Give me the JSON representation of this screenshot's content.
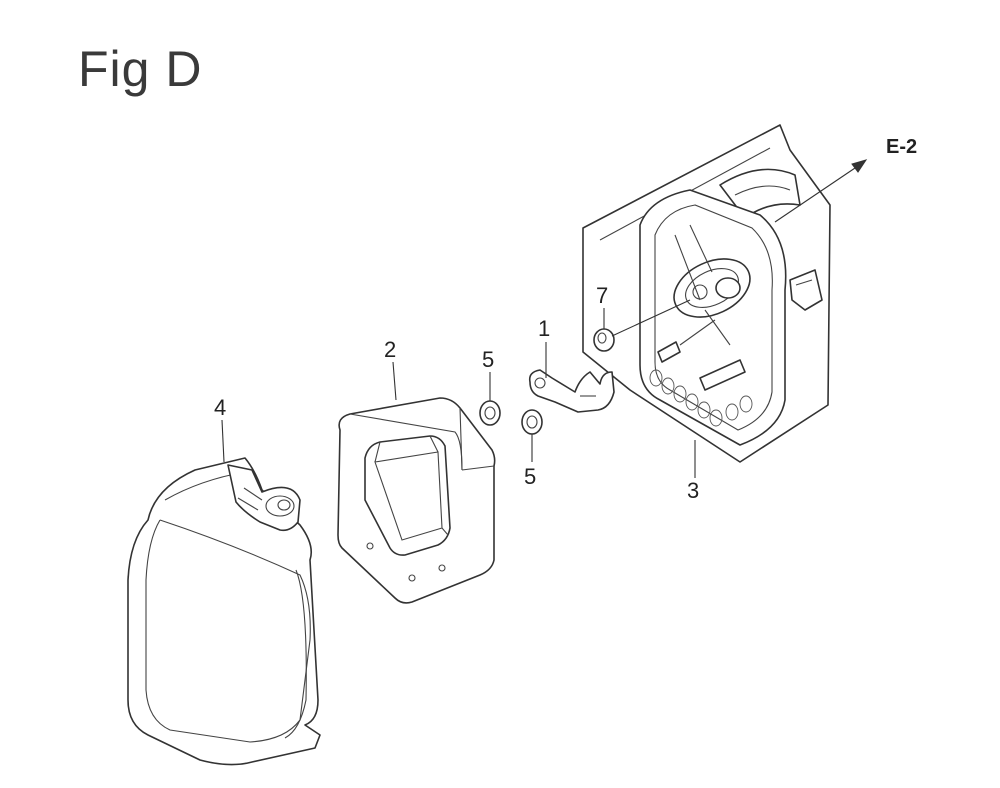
{
  "figure": {
    "title": "Fig D"
  },
  "callouts": [
    {
      "id": "part-1",
      "label": "1"
    },
    {
      "id": "part-2",
      "label": "2"
    },
    {
      "id": "part-3",
      "label": "3"
    },
    {
      "id": "part-4",
      "label": "4"
    },
    {
      "id": "part-5a",
      "label": "5"
    },
    {
      "id": "part-5b",
      "label": "5"
    },
    {
      "id": "part-7",
      "label": "7"
    }
  ],
  "reference": {
    "label": "E-2"
  }
}
